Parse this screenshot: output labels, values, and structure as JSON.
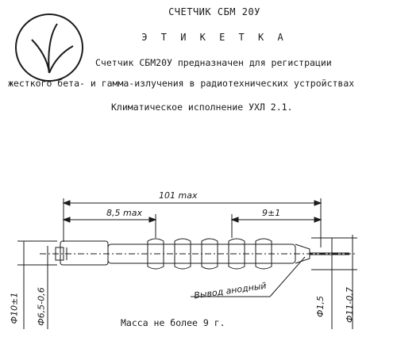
{
  "header": {
    "title": "СЧЕТЧИК СБМ 20У",
    "subtitle": "Э Т И К Е Т К А"
  },
  "body": {
    "line1": "Счетчик СБМ20У  предназначен для регистрации",
    "line2": "жесткого бета- и гамма-излучения в радиотехнических  устройствах",
    "line3": "Климатическое исполнение  УХЛ 2.1."
  },
  "drawing": {
    "dim_total": "101 max",
    "dim_left": "8,5 max",
    "dim_right": "9±1",
    "dim_d10": "Ф10±1",
    "dim_d65": "Ф6,5-0,6",
    "dim_d15": "Ф1,5",
    "dim_d11": "Ф11-0,7",
    "anode_label": "Вывод анодный"
  },
  "footer": {
    "mass": "Масса не более 9 г."
  },
  "logo": {
    "icon": "emblem-circle-icon"
  }
}
